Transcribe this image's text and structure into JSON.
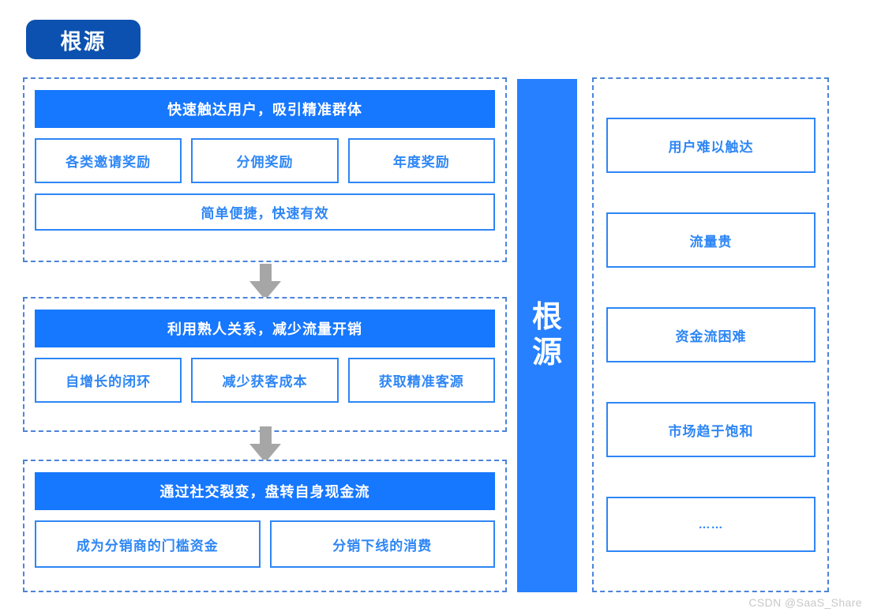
{
  "page": {
    "title_badge": "根源",
    "watermark": "CSDN @SaaS_Share",
    "colors": {
      "badge_blue": "#0C51AF",
      "header_blue": "#1677FF",
      "bar_blue": "#2680FF",
      "box_border_blue": "#2E86F5",
      "dashed_blue": "#4C84DA",
      "arrow_gray": "#A6A6A6",
      "watermark_gray": "#C8C8C8",
      "background": "#FFFFFF"
    }
  },
  "center_bar": {
    "label": "根源"
  },
  "left_groups": [
    {
      "header": "快速触达用户，吸引精准群体",
      "sub_boxes": [
        "各类邀请奖励",
        "分佣奖励",
        "年度奖励"
      ],
      "wide_box": "简单便捷，快速有效"
    },
    {
      "header": "利用熟人关系，减少流量开销",
      "sub_boxes": [
        "自增长的闭环",
        "减少获客成本",
        "获取精准客源"
      ],
      "wide_box": null
    },
    {
      "header": "通过社交裂变，盘转自身现金流",
      "sub_boxes": [
        "成为分销商的门槛资金",
        "分销下线的消费"
      ],
      "wide_box": null
    }
  ],
  "arrows": [
    {
      "name": "arrow-group1-to-group2"
    },
    {
      "name": "arrow-group2-to-group3"
    }
  ],
  "right_items": [
    "用户难以触达",
    "流量贵",
    "资金流困难",
    "市场趋于饱和",
    "……"
  ]
}
